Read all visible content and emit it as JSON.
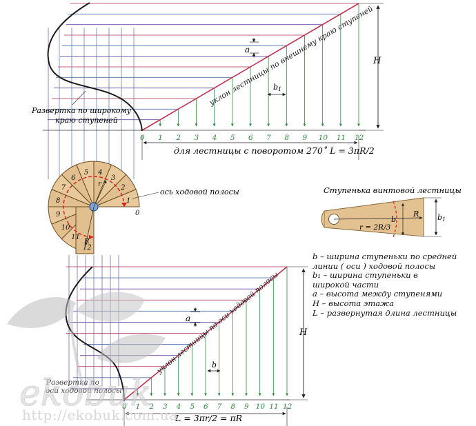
{
  "top_diagram": {
    "numbers": [
      "0",
      "1",
      "2",
      "3",
      "4",
      "5",
      "6",
      "7",
      "8",
      "9",
      "10",
      "11",
      "12"
    ],
    "slope_label": "уклон лестницы по внешнему краю ступеней",
    "a_label": "a",
    "b1_label": "b",
    "b1_sub": "1",
    "h_label": "H",
    "dev_label_line1": "Развертка по широкому",
    "dev_label_line2": "краю ступеней",
    "length_formula": "для лестницы с поворотом 270˚  L = 3πR/2"
  },
  "plan": {
    "step_numbers": [
      "0",
      "1",
      "2",
      "3",
      "4",
      "5",
      "6",
      "7",
      "8",
      "9",
      "10",
      "11",
      "12"
    ],
    "axis_label": "ось ходовой полосы",
    "r_small": "r",
    "r_big": "R"
  },
  "step_detail": {
    "title": "Ступенька винтовой лестницы",
    "r_formula": "r = 2R/3",
    "b_label": "b",
    "R_label": "R",
    "b1_label": "b",
    "b1_sub": "1"
  },
  "legend": [
    "b – ширина ступеньки по средней",
    "линии ( оси ) ходовой полосы",
    "b₁ – ширина ступеньки в",
    "широкой части",
    "a – высота между ступенями",
    "H – высота этажа",
    "L – развернутая длина лестницы"
  ],
  "bottom_diagram": {
    "numbers": [
      "0",
      "1",
      "2",
      "3",
      "4",
      "5",
      "6",
      "7",
      "8",
      "9",
      "10",
      "11",
      "12"
    ],
    "slope_label": "уклон лестницы по оси ходовой полосы",
    "a_label": "a",
    "b_label": "b",
    "h_label": "H",
    "dev_label_line1": "Развертка по",
    "dev_label_line2": "оси ходовой полосы",
    "length_formula": "L = 3πr/2 = πR"
  },
  "watermark": {
    "brand": "ekobuk",
    "url": "http://ekobuk.com.ua"
  },
  "colors": {
    "line_red": "#b0264a",
    "line_purple": "#6b4b9e",
    "line_blue": "#4f6fa8",
    "number_green": "#2f8a3c",
    "wood": "#e2bf8f",
    "wood_dark": "#c99e62",
    "axis_dashed": "#d42020"
  }
}
